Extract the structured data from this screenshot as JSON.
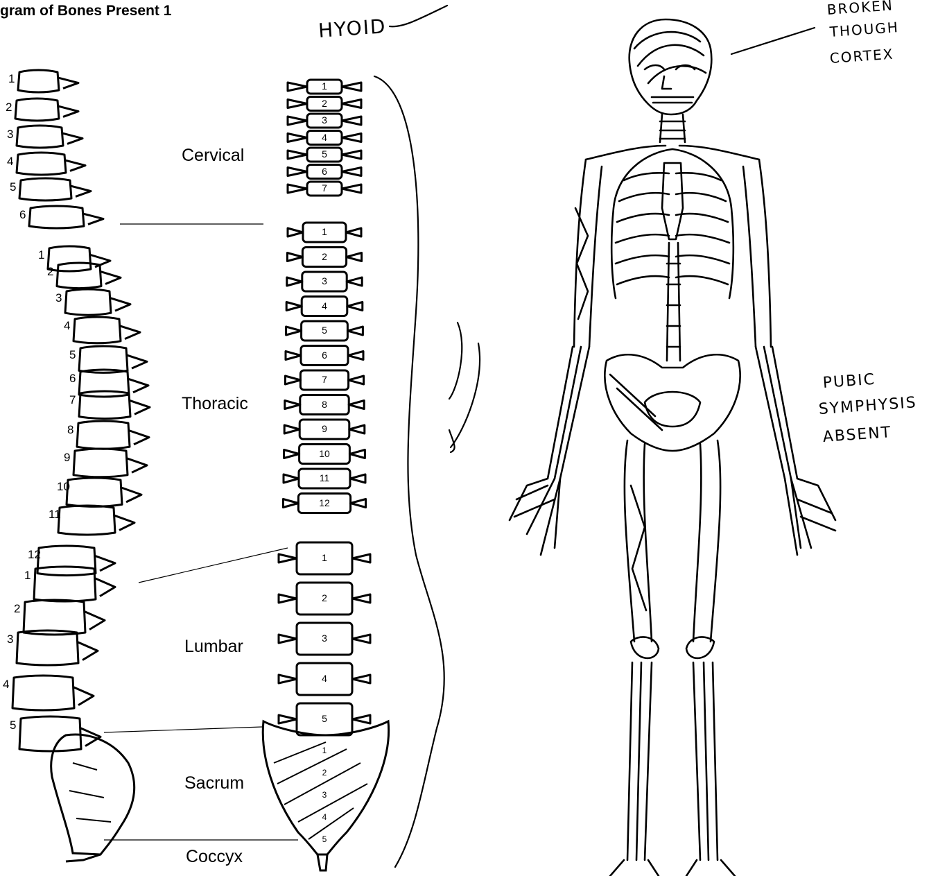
{
  "page": {
    "title": "gram of Bones Present 1"
  },
  "regions": {
    "cervical": "Cervical",
    "thoracic": "Thoracic",
    "lumbar": "Lumbar",
    "sacrum": "Sacrum",
    "coccyx": "Coccyx"
  },
  "annotations": {
    "hyoid": "HYOID",
    "skull_line1": "BROKEN",
    "skull_line2": "THOUGH",
    "skull_line3": "CORTEX",
    "pubic_line1": "PUBIC",
    "pubic_line2": "SYMPHYSIS",
    "pubic_line3": "ABSENT"
  },
  "lateral_numbers": {
    "cervical": [
      "1",
      "2",
      "3",
      "4",
      "5",
      "6"
    ],
    "thoracic": [
      "1",
      "2",
      "3",
      "4",
      "5",
      "6",
      "7",
      "8",
      "9",
      "10",
      "11",
      "12"
    ],
    "lumbar": [
      "1",
      "2",
      "3",
      "4",
      "5"
    ]
  },
  "frontal_numbers": {
    "cervical": [
      "1",
      "2",
      "3",
      "4",
      "5",
      "6",
      "7"
    ],
    "thoracic": [
      "1",
      "2",
      "3",
      "4",
      "5",
      "6",
      "7",
      "8",
      "9",
      "10",
      "11",
      "12"
    ],
    "lumbar": [
      "1",
      "2",
      "3",
      "4",
      "5"
    ],
    "sacral": [
      "1",
      "2",
      "3",
      "4",
      "5"
    ]
  }
}
